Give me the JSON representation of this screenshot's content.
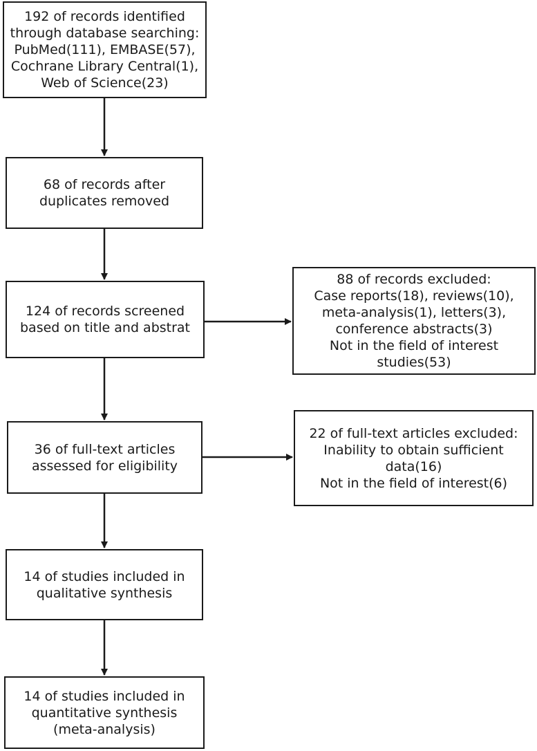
{
  "identification": {
    "lines": [
      "192 of records identified",
      "through database searching:",
      "PubMed(111), EMBASE(57),",
      "Cochrane Library Central(1),",
      "Web of Science(23)"
    ]
  },
  "duplicates_removed": {
    "lines": [
      "68 of records after",
      "duplicates removed"
    ]
  },
  "screened": {
    "lines": [
      "124 of records screened",
      "based on title and abstrat"
    ]
  },
  "records_excluded": {
    "lines": [
      "88 of records excluded:",
      "Case reports(18), reviews(10),",
      "meta-analysis(1), letters(3),",
      "conference abstracts(3)",
      "Not in the field of interest",
      "studies(53)"
    ]
  },
  "eligibility": {
    "lines": [
      "36 of full-text articles",
      "assessed for eligibility"
    ]
  },
  "fulltext_excluded": {
    "lines": [
      "22 of full-text articles excluded:",
      "Inability to obtain sufficient",
      "data(16)",
      "Not in the field of interest(6)"
    ]
  },
  "qualitative": {
    "lines": [
      "14 of studies included in",
      "qualitative synthesis"
    ]
  },
  "quantitative": {
    "lines": [
      "14 of studies included in",
      "quantitative synthesis",
      "(meta-analysis)"
    ]
  }
}
